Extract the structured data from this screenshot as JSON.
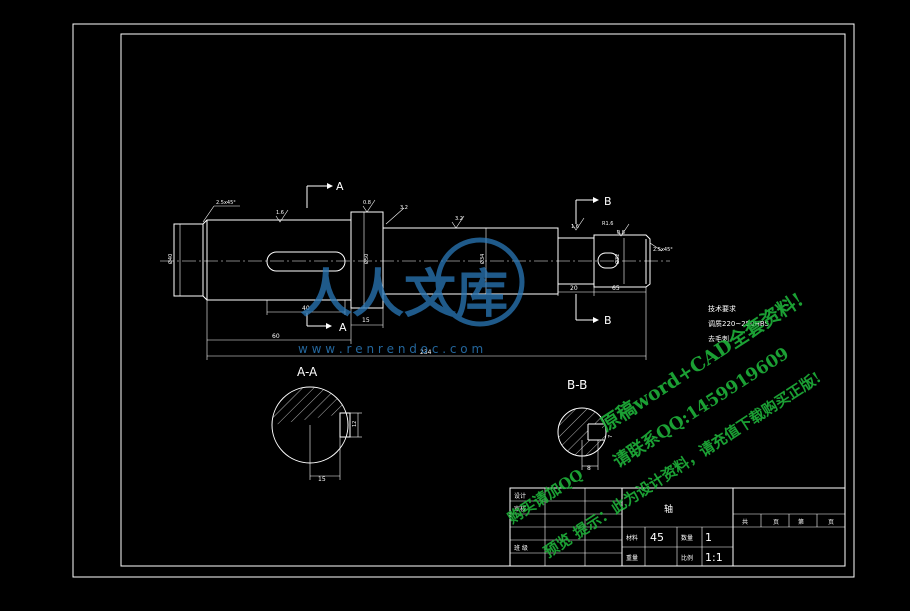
{
  "section_labels": {
    "a_top": "A",
    "a_bottom": "A",
    "b_top": "B",
    "b_bottom": "B",
    "aa": "A-A",
    "bb": "B-B"
  },
  "dimensions": {
    "chamfer_left": "2.5x45°",
    "chamfer_right": "2.5x45°",
    "dia_left": "Ø40",
    "dia_shoulder": "Ø50",
    "dia_mid": "Ø34",
    "dia_right": "Ø32",
    "keyway_len": "40",
    "len_60": "60",
    "len_15": "15",
    "len_20": "20",
    "len_65": "65",
    "len_total": "234",
    "sec_aa_w": "15",
    "sec_aa_h": "12",
    "sec_bb_w": "8",
    "sec_bb_h": "7",
    "rough_1": "1.6",
    "rough_2": "0.8",
    "rough_3": "3.2",
    "rough_4": "1.6",
    "rough_5": "0.8",
    "rough_6": "3.2",
    "radius": "R1.6"
  },
  "notes": [
    "技术要求",
    "调质220~250HBS",
    "去毛刺"
  ],
  "title_block": {
    "part_name": "轴",
    "row_labels": [
      "设计",
      "审核",
      "",
      "班 级"
    ],
    "material_label": "材料",
    "material": "45",
    "qty_label": "数量",
    "qty": "1",
    "weight_label": "重量",
    "scale_label": "比例",
    "scale": "1:1",
    "sheet": [
      "共",
      "页",
      "第",
      "页"
    ]
  },
  "watermark": {
    "brand": "人人文库",
    "url": "w w w . r e n r e n d o c . c o m",
    "green_lines": [
      "原稿word+CAD全套资料!",
      "请联系QQ:1459919609",
      "预览 提示：此为设计资料，请充值下载购买正版!",
      "购买请加QQ"
    ]
  }
}
